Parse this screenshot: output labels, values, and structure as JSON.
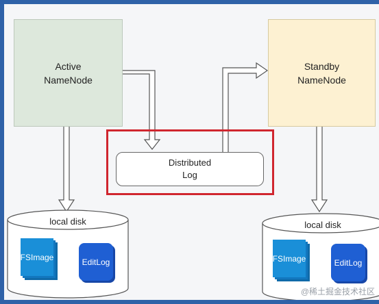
{
  "diagram": {
    "active_node": {
      "line1": "Active",
      "line2": "NameNode"
    },
    "standby_node": {
      "line1": "Standby",
      "line2": "NameNode"
    },
    "distributed_log": {
      "line1": "Distributed",
      "line2": "Log"
    },
    "left_disk": {
      "label": "local disk",
      "fsimage": "FSImage",
      "editlog": "EditLog"
    },
    "right_disk": {
      "label": "local disk",
      "fsimage": "FSImage",
      "editlog": "EditLog"
    },
    "highlight_color": "#d0262f"
  },
  "watermark": "@稀土掘金技术社区"
}
